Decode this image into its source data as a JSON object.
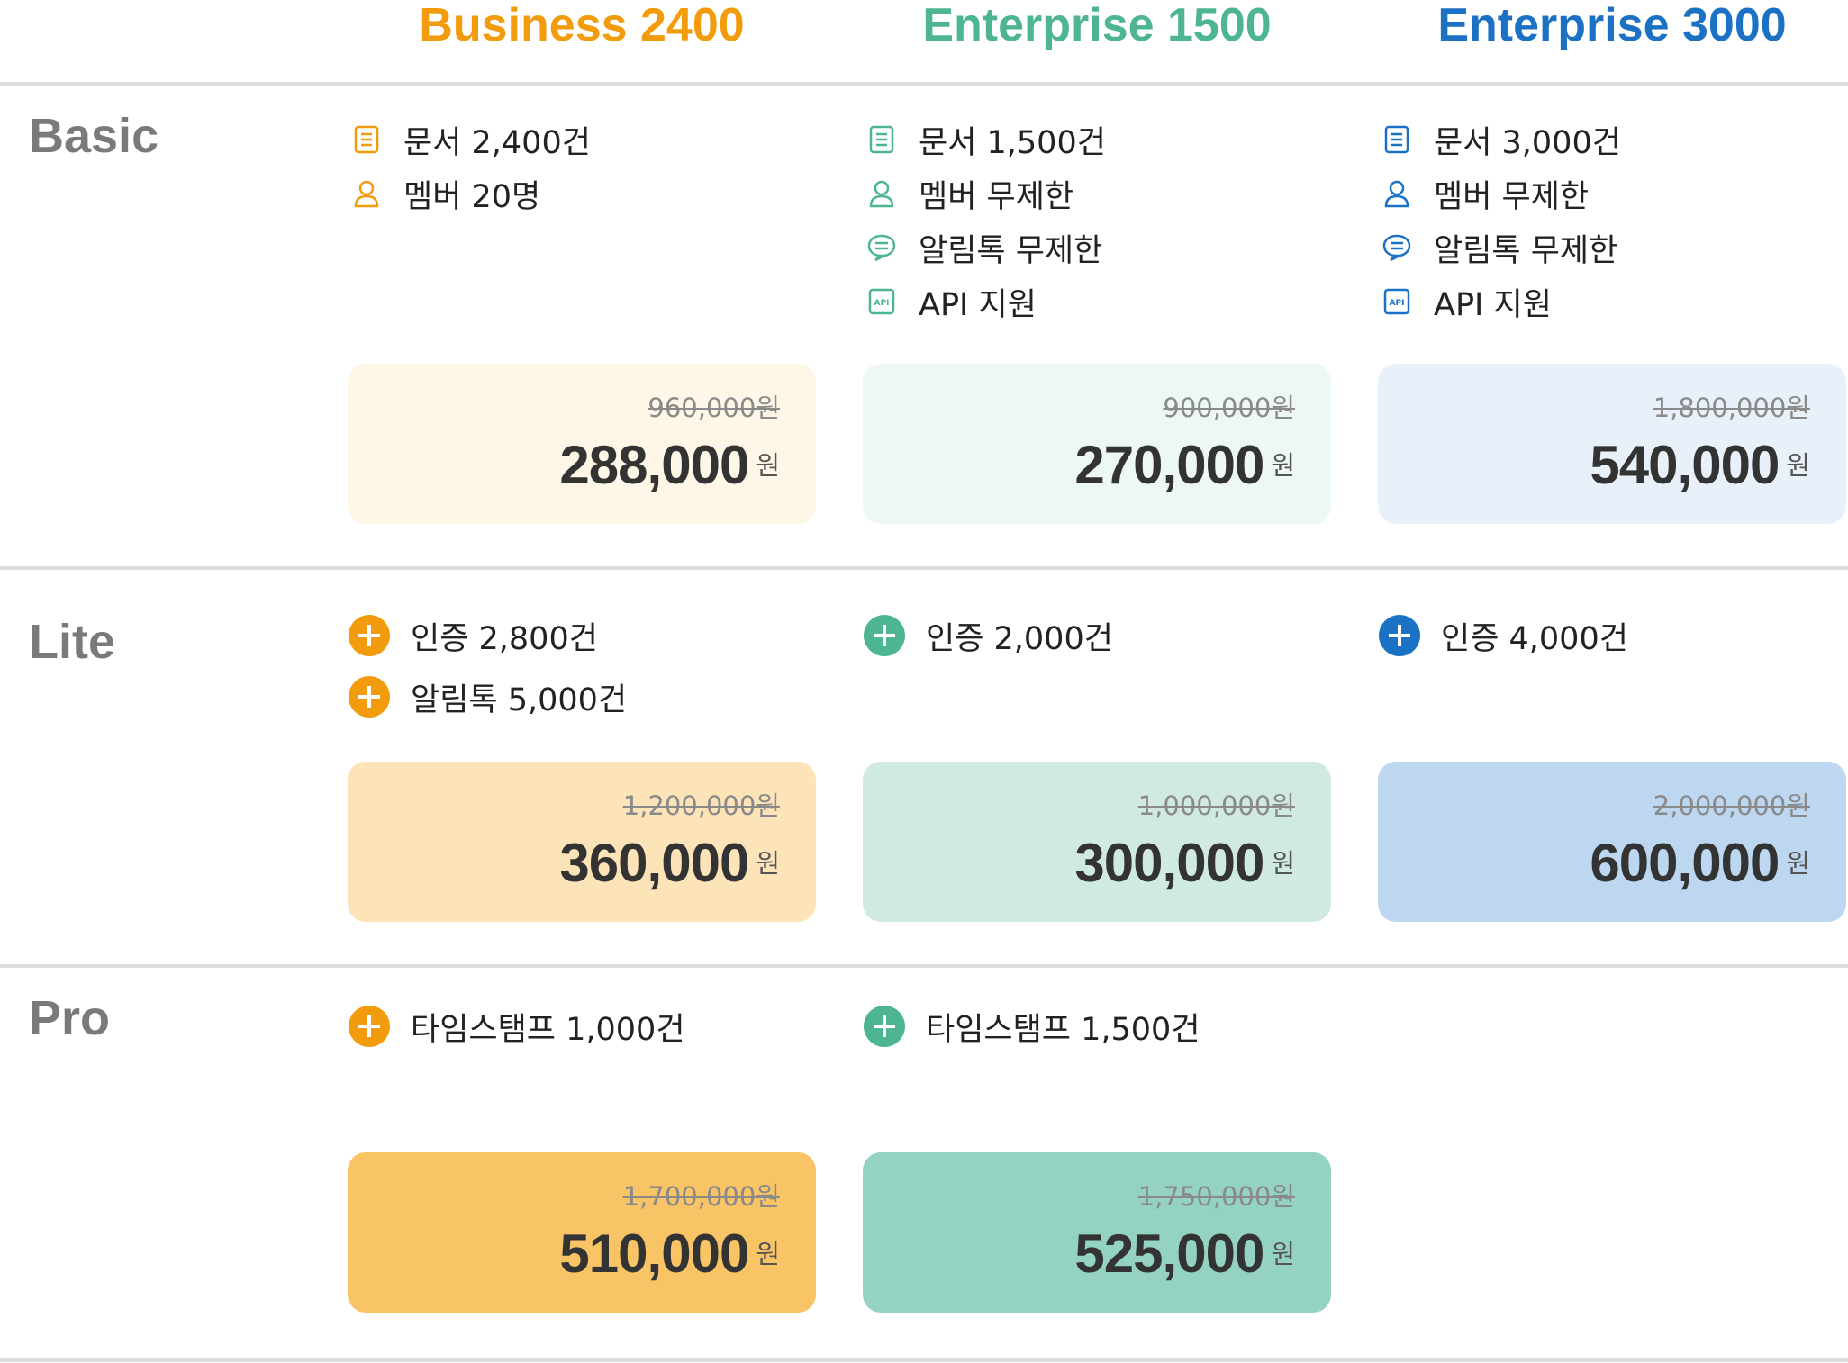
{
  "plans": [
    {
      "name": "Business 2400",
      "color": "#F29C0D"
    },
    {
      "name": "Enterprise 1500",
      "color": "#4DB594"
    },
    {
      "name": "Enterprise 3000",
      "color": "#1B72C4"
    }
  ],
  "tiers": {
    "basic": {
      "label": "Basic",
      "plan1": {
        "features": [
          {
            "icon": "document-icon",
            "text": "문서 2,400건"
          },
          {
            "icon": "person-icon",
            "text": "멤버 20명"
          }
        ],
        "original_price": "960,000원",
        "price": "288,000",
        "unit": "원",
        "card_color": "#FEF6E6"
      },
      "plan2": {
        "features": [
          {
            "icon": "document-icon",
            "text": "문서 1,500건"
          },
          {
            "icon": "person-icon",
            "text": "멤버 무제한"
          },
          {
            "icon": "chat-bubble-icon",
            "text": "알림톡 무제한"
          },
          {
            "icon": "api-icon",
            "text": "API 지원"
          }
        ],
        "original_price": "900,000원",
        "price": "270,000",
        "unit": "원",
        "card_color": "#EDF7F4"
      },
      "plan3": {
        "features": [
          {
            "icon": "document-icon",
            "text": "문서 3,000건"
          },
          {
            "icon": "person-icon",
            "text": "멤버 무제한"
          },
          {
            "icon": "chat-bubble-icon",
            "text": "알림톡 무제한"
          },
          {
            "icon": "api-icon",
            "text": "API 지원"
          }
        ],
        "original_price": "1,800,000원",
        "price": "540,000",
        "unit": "원",
        "card_color": "#E8F1FA"
      }
    },
    "lite": {
      "label": "Lite",
      "plan1": {
        "addons": [
          {
            "icon": "plus-circle-icon",
            "text": "인증 2,800건"
          },
          {
            "icon": "plus-circle-icon",
            "text": "알림톡 5,000건"
          }
        ],
        "original_price": "1,200,000원",
        "price": "360,000",
        "unit": "원",
        "card_color": "#FCE3B8"
      },
      "plan2": {
        "addons": [
          {
            "icon": "plus-circle-icon",
            "text": "인증 2,000건"
          }
        ],
        "original_price": "1,000,000원",
        "price": "300,000",
        "unit": "원",
        "card_color": "#D0EAE3"
      },
      "plan3": {
        "addons": [
          {
            "icon": "plus-circle-icon",
            "text": "인증 4,000건"
          }
        ],
        "original_price": "2,000,000원",
        "price": "600,000",
        "unit": "원",
        "card_color": "#BCD7EF"
      }
    },
    "pro": {
      "label": "Pro",
      "plan1": {
        "addons": [
          {
            "icon": "plus-circle-icon",
            "text": "타임스탬프 1,000건"
          }
        ],
        "original_price": "1,700,000원",
        "price": "510,000",
        "unit": "원",
        "card_color": "#F8C466"
      },
      "plan2": {
        "addons": [
          {
            "icon": "plus-circle-icon",
            "text": "타임스탬프 1,500건"
          }
        ],
        "original_price": "1,750,000원",
        "price": "525,000",
        "unit": "원",
        "card_color": "#94D3C3"
      }
    }
  }
}
